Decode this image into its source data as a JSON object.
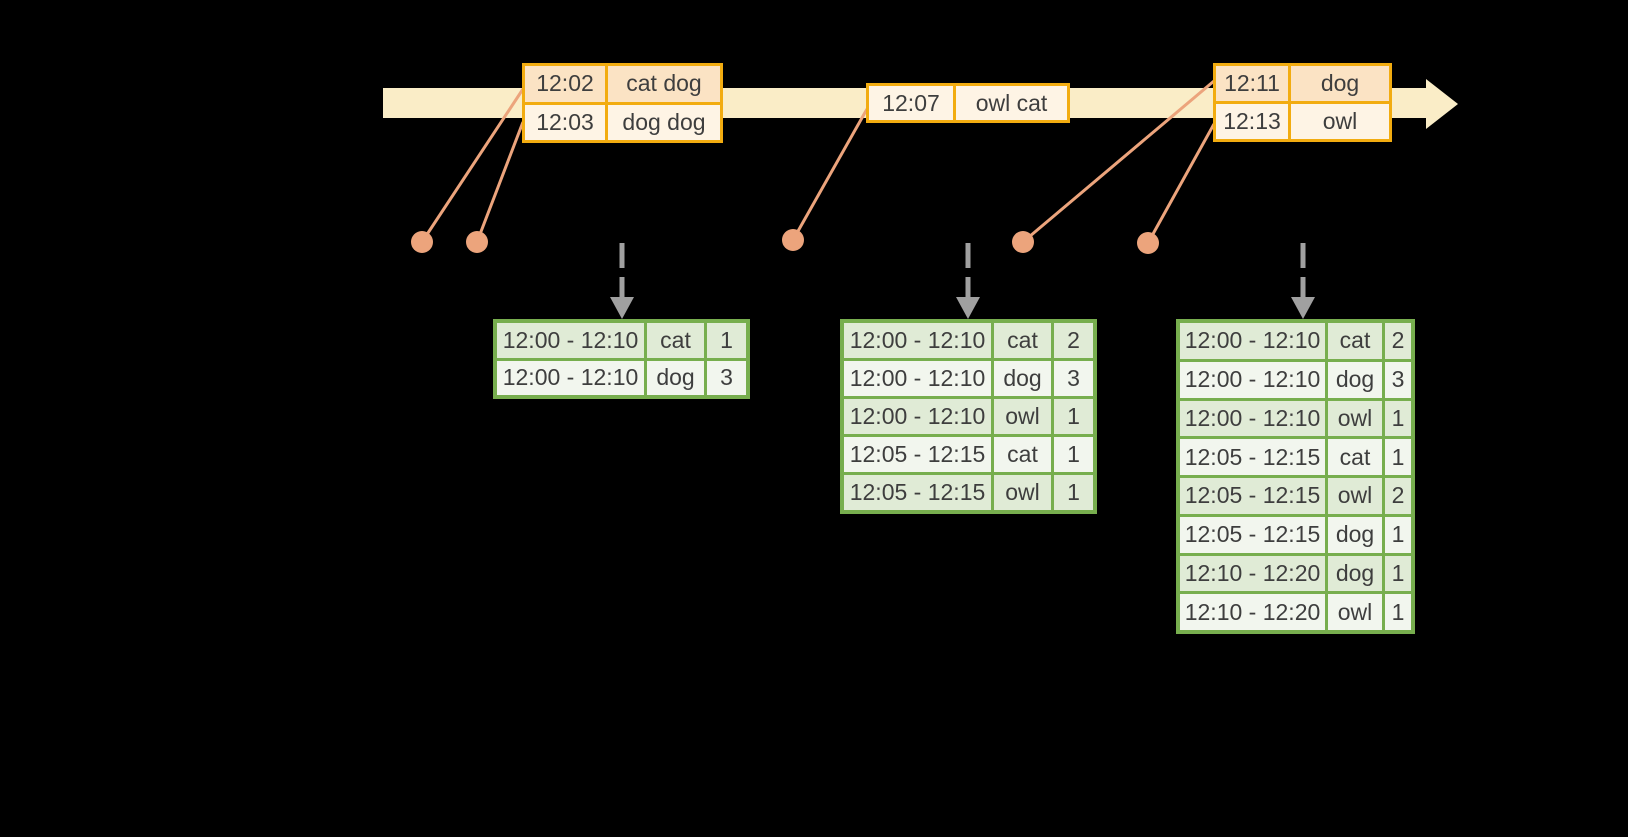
{
  "colors": {
    "background": "#000000",
    "timeline_fill": "#FAEDC7",
    "event_table_border": "#F2AC10",
    "event_row_highlight_fill": "#FBE3C4",
    "event_row_plain_fill": "#FEF4E5",
    "connector_and_dot": "#ECA47C",
    "trigger_arrow_gray": "#A0A0A0",
    "result_table_border": "#77AE4E",
    "result_row_shaded_fill": "#E0EBD6",
    "result_row_plain_fill": "#F2F6EE",
    "text": "#3E3E3E"
  },
  "event_tables": [
    {
      "rows": [
        {
          "time": "12:02",
          "words": "cat dog"
        },
        {
          "time": "12:03",
          "words": "dog dog"
        }
      ]
    },
    {
      "rows": [
        {
          "time": "12:07",
          "words": "owl cat"
        }
      ]
    },
    {
      "rows": [
        {
          "time": "12:11",
          "words": "dog"
        },
        {
          "time": "12:13",
          "words": "owl"
        }
      ]
    }
  ],
  "result_tables": [
    {
      "rows": [
        {
          "window": "12:00 - 12:10",
          "word": "cat",
          "count": "1"
        },
        {
          "window": "12:00 - 12:10",
          "word": "dog",
          "count": "3"
        }
      ]
    },
    {
      "rows": [
        {
          "window": "12:00 - 12:10",
          "word": "cat",
          "count": "2"
        },
        {
          "window": "12:00 - 12:10",
          "word": "dog",
          "count": "3"
        },
        {
          "window": "12:00 - 12:10",
          "word": "owl",
          "count": "1"
        },
        {
          "window": "12:05 - 12:15",
          "word": "cat",
          "count": "1"
        },
        {
          "window": "12:05 - 12:15",
          "word": "owl",
          "count": "1"
        }
      ]
    },
    {
      "rows": [
        {
          "window": "12:00 - 12:10",
          "word": "cat",
          "count": "2"
        },
        {
          "window": "12:00 - 12:10",
          "word": "dog",
          "count": "3"
        },
        {
          "window": "12:00 - 12:10",
          "word": "owl",
          "count": "1"
        },
        {
          "window": "12:05 - 12:15",
          "word": "cat",
          "count": "1"
        },
        {
          "window": "12:05 - 12:15",
          "word": "owl",
          "count": "2"
        },
        {
          "window": "12:05 - 12:15",
          "word": "dog",
          "count": "1"
        },
        {
          "window": "12:10 - 12:20",
          "word": "dog",
          "count": "1"
        },
        {
          "window": "12:10 - 12:20",
          "word": "owl",
          "count": "1"
        }
      ]
    }
  ]
}
